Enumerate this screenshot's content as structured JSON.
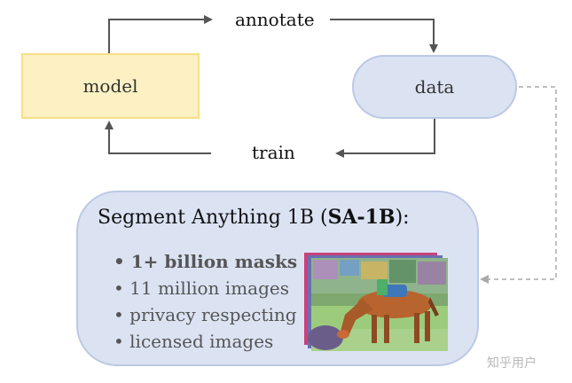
{
  "diagram": {
    "nodes": {
      "model": "model",
      "data": "data"
    },
    "edges": {
      "annotate": "annotate",
      "train": "train"
    },
    "dataset": {
      "title_prefix": "Segment Anything 1B (",
      "title_bold": "SA-1B",
      "title_suffix": "):",
      "bullets": [
        {
          "text": "• 1+ billion masks",
          "bold": true
        },
        {
          "text": "• 11 million images",
          "bold": false
        },
        {
          "text": "• privacy respecting",
          "bold": false
        },
        {
          "text": "• licensed images",
          "bold": false
        }
      ]
    },
    "image_description_icon": "horse-segmentation-image",
    "watermark": "知乎用户"
  },
  "colors": {
    "model_fill": "#fdf1c4",
    "model_border": "#f7df86",
    "data_fill": "#dbe3f3",
    "data_border": "#bcc9e4",
    "arrow": "#555555",
    "dashed_arrow": "#aaaaaa"
  }
}
